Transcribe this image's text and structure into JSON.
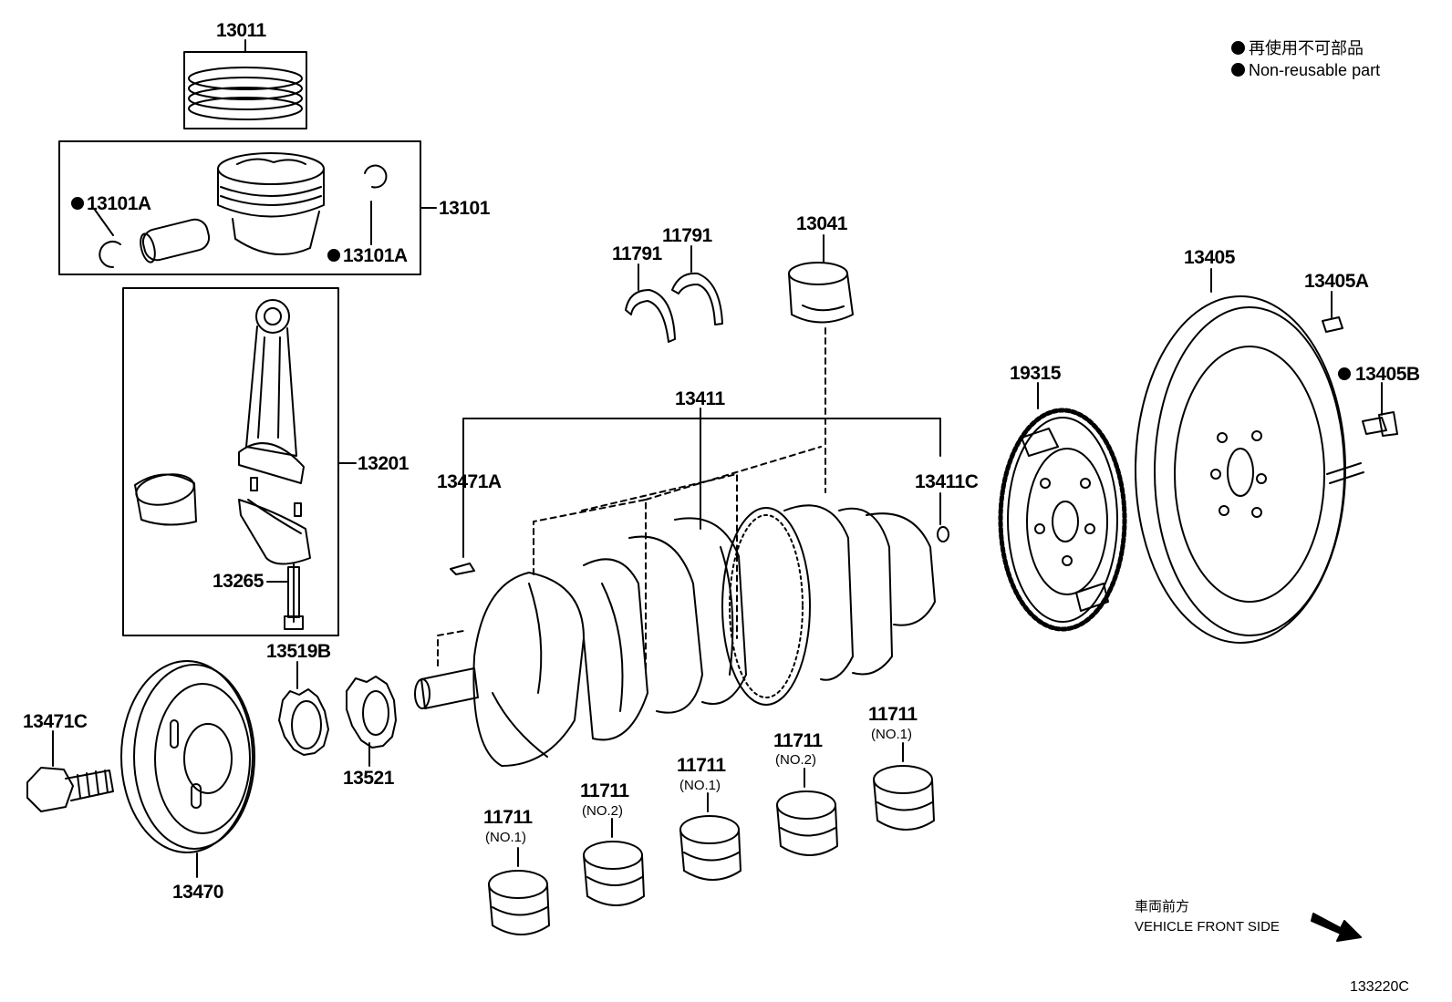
{
  "legend": {
    "line_jp": "再使用不可部品",
    "line_en": "Non-reusable part"
  },
  "parts": {
    "p13011": "13011",
    "p13101": "13101",
    "p13101A_left": "13101A",
    "p13101A_right": "13101A",
    "p13201": "13201",
    "p13265": "13265",
    "p13519B": "13519B",
    "p13521": "13521",
    "p13471C": "13471C",
    "p13470": "13470",
    "p13471A": "13471A",
    "p13411": "13411",
    "p13411C": "13411C",
    "p11791_a": "11791",
    "p11791_b": "11791",
    "p13041": "13041",
    "p19315": "19315",
    "p13405": "13405",
    "p13405A": "13405A",
    "p13405B": "13405B"
  },
  "bearings": [
    {
      "part": "11711",
      "sub": "(NO.1)"
    },
    {
      "part": "11711",
      "sub": "(NO.2)"
    },
    {
      "part": "11711",
      "sub": "(NO.1)"
    },
    {
      "part": "11711",
      "sub": "(NO.2)"
    },
    {
      "part": "11711",
      "sub": "(NO.1)"
    }
  ],
  "front_side": {
    "jp": "車両前方",
    "en": "VEHICLE FRONT SIDE"
  },
  "diagram_code": "133220C"
}
